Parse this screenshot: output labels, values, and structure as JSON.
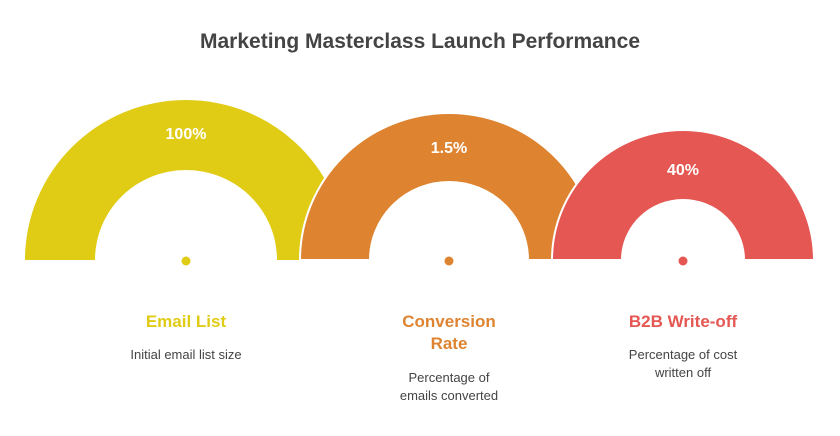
{
  "title": "Marketing Masterclass Launch Performance",
  "gauges": [
    {
      "value": "100%",
      "label": "Email List",
      "description": "Initial email list size",
      "color": "#E0CB15"
    },
    {
      "value": "1.5%",
      "label": "Conversion Rate",
      "description": "Percentage of emails converted",
      "color": "#DE8431"
    },
    {
      "value": "40%",
      "label": "B2B Write-off",
      "description": "Percentage of cost written off",
      "color": "#E55753"
    }
  ]
}
